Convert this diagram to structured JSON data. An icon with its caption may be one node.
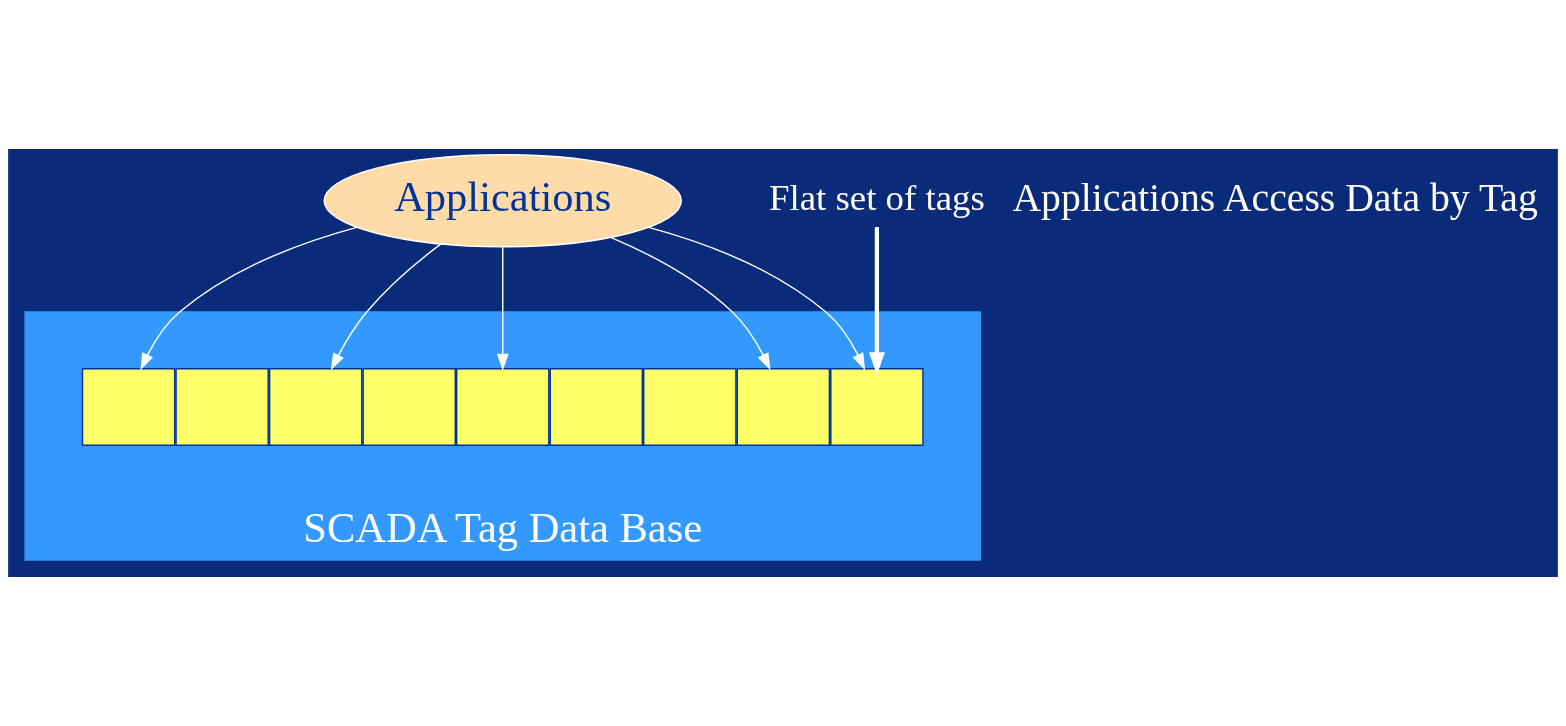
{
  "diagram": {
    "nodes": [
      {
        "text": [
          "Applications"
        ]
      },
      {
        "text": [
          "SCADA Tag Data Base"
        ]
      },
      {
        "text": [],
        "shape": "box",
        "in": 1
      },
      {
        "text": [],
        "shape": "box",
        "in": 1
      },
      {
        "text": [],
        "shape": "box",
        "in": 1
      },
      {
        "text": [],
        "shape": "box",
        "in": 1
      },
      {
        "text": [],
        "shape": "box",
        "in": 1
      },
      {
        "text": [],
        "shape": "box",
        "in": 1
      },
      {
        "text": [],
        "shape": "box",
        "in": 1
      },
      {
        "text": [],
        "shape": "box",
        "in": 1
      },
      {
        "text": [],
        "shape": "box",
        "in": 1
      },
      {
        "text": [
          "Flat set of tags"
        ]
      }
    ],
    "edges": [
      {
        "from": 0,
        "to": 2,
        "arrow": "to"
      },
      {
        "from": 0,
        "to": 3,
        "arrow": "to"
      },
      {
        "from": 0,
        "to": 6,
        "arrow": "to"
      },
      {
        "from": 0,
        "to": 8,
        "arrow": "to"
      },
      {
        "from": 0,
        "to": 10,
        "arrow": "to"
      },
      {
        "from": 11,
        "to": 2,
        "arrow": "to",
        "style": "thick"
      }
    ],
    "labels": [
      "Applications Access Data by Tag"
    ]
  }
}
